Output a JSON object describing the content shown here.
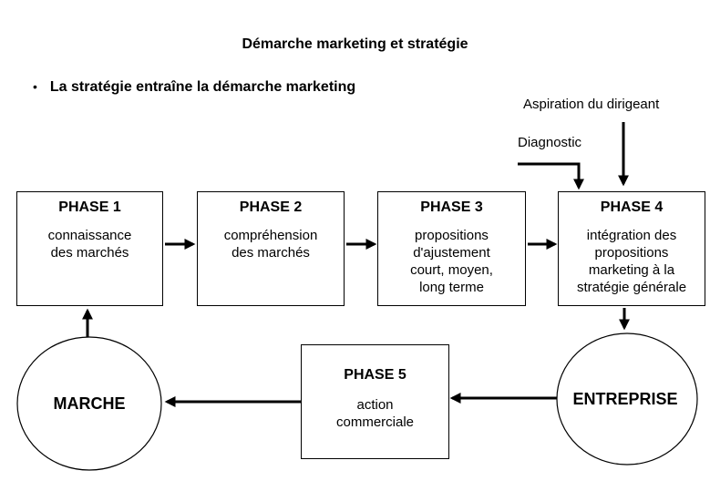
{
  "title": "Démarche marketing et stratégie",
  "bullet": {
    "marker": "•",
    "text": "La stratégie entraîne la démarche marketing"
  },
  "external_inputs": {
    "aspiration": "Aspiration du dirigeant",
    "diagnostic": "Diagnostic"
  },
  "phases": [
    {
      "title": "PHASE 1",
      "lines": [
        "connaissance",
        "des marchés"
      ]
    },
    {
      "title": "PHASE 2",
      "lines": [
        "compréhension",
        "des marchés"
      ]
    },
    {
      "title": "PHASE 3",
      "lines": [
        "propositions",
        "d'ajustement",
        "court, moyen,",
        "long terme"
      ]
    },
    {
      "title": "PHASE 4",
      "lines": [
        "intégration des",
        "propositions",
        "marketing à la",
        "stratégie générale"
      ]
    },
    {
      "title": "PHASE  5",
      "lines": [
        "action",
        "commerciale"
      ]
    }
  ],
  "nodes": {
    "marche": "MARCHE",
    "entreprise": "ENTREPRISE"
  }
}
